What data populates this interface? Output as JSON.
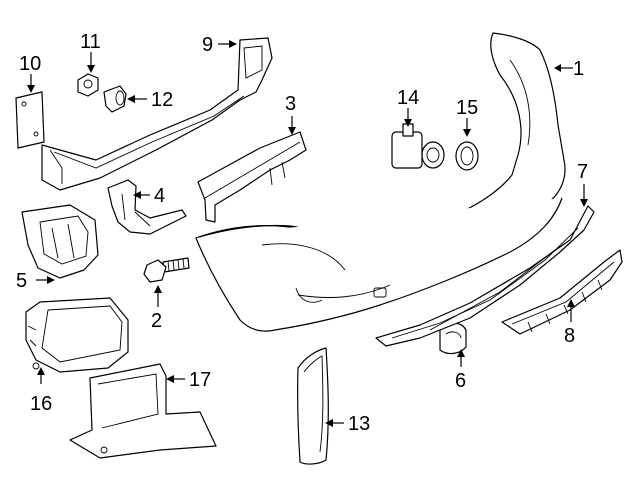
{
  "callouts": [
    {
      "id": "1",
      "text": "1"
    },
    {
      "id": "2",
      "text": "2"
    },
    {
      "id": "3",
      "text": "3"
    },
    {
      "id": "4",
      "text": "4"
    },
    {
      "id": "5",
      "text": "5"
    },
    {
      "id": "6",
      "text": "6"
    },
    {
      "id": "7",
      "text": "7"
    },
    {
      "id": "8",
      "text": "8"
    },
    {
      "id": "9",
      "text": "9"
    },
    {
      "id": "10",
      "text": "10"
    },
    {
      "id": "11",
      "text": "11"
    },
    {
      "id": "12",
      "text": "12"
    },
    {
      "id": "13",
      "text": "13"
    },
    {
      "id": "14",
      "text": "14"
    },
    {
      "id": "15",
      "text": "15"
    },
    {
      "id": "16",
      "text": "16"
    },
    {
      "id": "17",
      "text": "17"
    }
  ],
  "colors": {
    "line": "#000000",
    "background": "#ffffff"
  }
}
